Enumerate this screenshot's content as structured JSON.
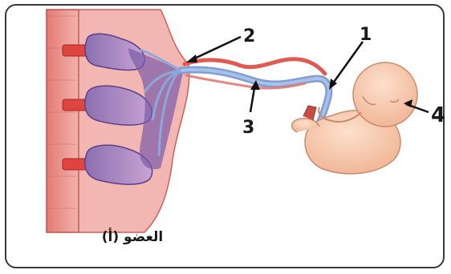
{
  "diagram": {
    "labels": {
      "l1": "1",
      "l2": "2",
      "l3": "3",
      "l4": "4"
    },
    "caption": "العضو (أ)"
  },
  "colors": {
    "uterine_wall": "#f1a3a0",
    "wall_dark": "#d9534f",
    "placenta_villi": "#e8b8c8",
    "placenta_dark": "#6a4c8f",
    "vein_blue": "#8aa8d8",
    "artery_red": "#e05050",
    "fetus_skin": "#f7c7a8",
    "fetus_shade": "#e8a582"
  }
}
